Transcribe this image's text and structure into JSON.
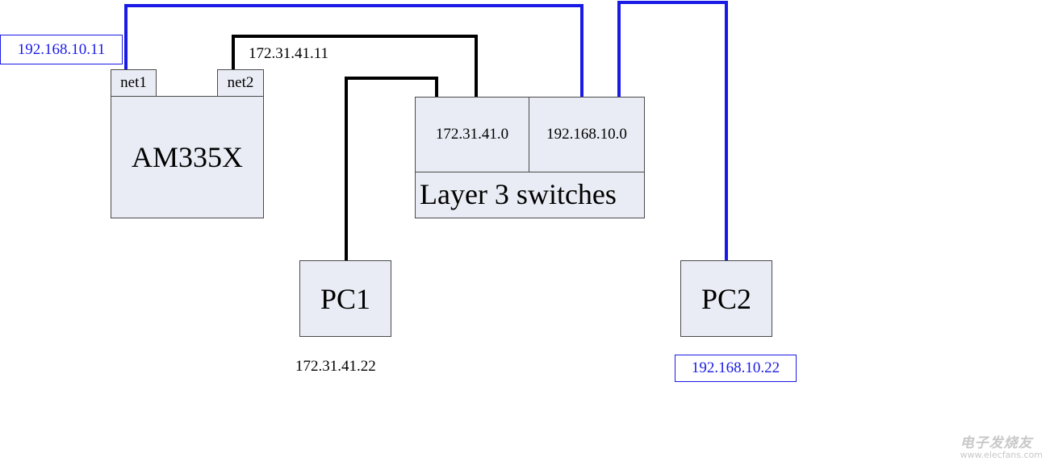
{
  "am335x": {
    "label": "AM335X",
    "port1": "net1",
    "port2": "net2"
  },
  "switch": {
    "label": "Layer 3 switches",
    "left_subnet": "172.31.41.0",
    "right_subnet": "192.168.10.0"
  },
  "pc1": {
    "label": "PC1",
    "ip": "172.31.41.22"
  },
  "pc2": {
    "label": "PC2",
    "ip": "192.168.10.22"
  },
  "net1_ip": "192.168.10.11",
  "net2_ip": "172.31.41.11",
  "colors": {
    "blue_link": "#1a1ae6",
    "black_link": "#000000",
    "box_fill": "#e9ecf4"
  },
  "watermark": {
    "cn": "电子发烧友",
    "en": "www.elecfans.com"
  }
}
